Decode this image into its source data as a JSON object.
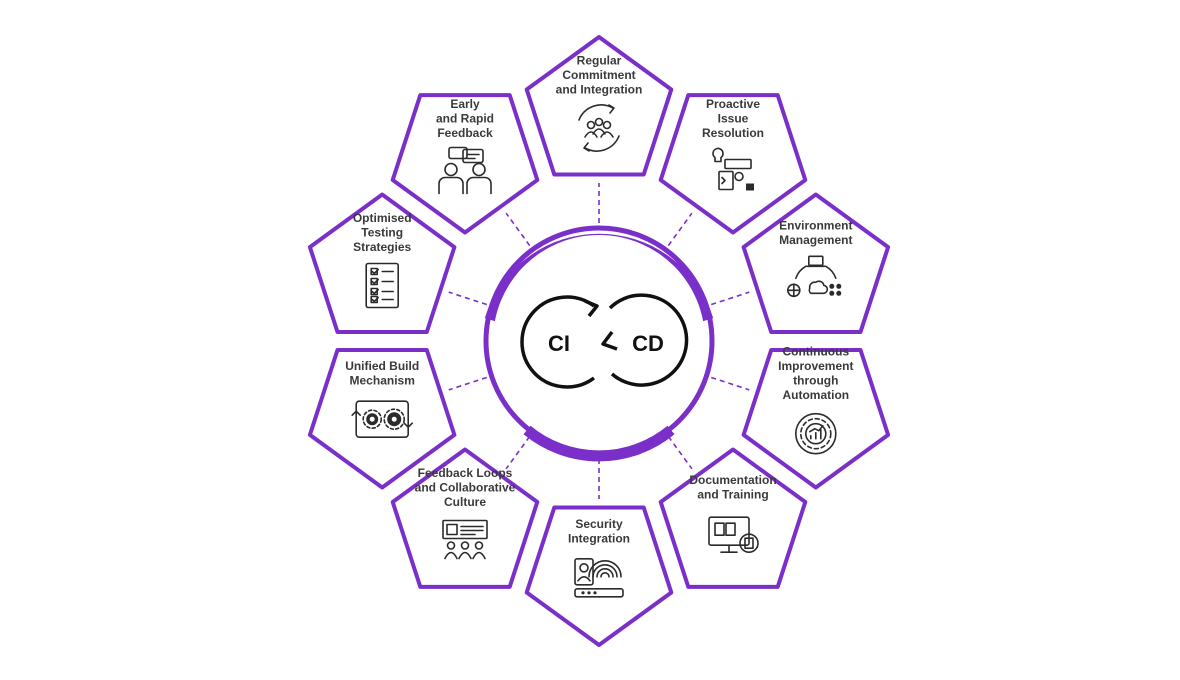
{
  "hub": {
    "left_label": "CI",
    "right_label": "CD"
  },
  "accent_color": "#7a2fc8",
  "items": [
    {
      "id": "regular-commitment",
      "lines": [
        "Regular",
        "Commitment",
        "and Integration"
      ],
      "icon": "team-cycle-icon"
    },
    {
      "id": "proactive-issue",
      "lines": [
        "Proactive",
        "Issue",
        "Resolution"
      ],
      "icon": "code-debug-icon"
    },
    {
      "id": "environment-management",
      "lines": [
        "Environment",
        "Management"
      ],
      "icon": "cloud-network-icon"
    },
    {
      "id": "continuous-improvement",
      "lines": [
        "Continuous",
        "Improvement",
        "through",
        "Automation"
      ],
      "icon": "gear-chart-icon"
    },
    {
      "id": "documentation-training",
      "lines": [
        "Documentation",
        "and Training"
      ],
      "icon": "monitor-docs-icon"
    },
    {
      "id": "security-integration",
      "lines": [
        "Security",
        "Integration"
      ],
      "icon": "fingerprint-id-icon"
    },
    {
      "id": "feedback-loops",
      "lines": [
        "Feedback Loops",
        "and Collaborative",
        "Culture"
      ],
      "icon": "presentation-audience-icon"
    },
    {
      "id": "unified-build",
      "lines": [
        "Unified Build",
        "Mechanism"
      ],
      "icon": "gears-cycle-icon"
    },
    {
      "id": "optimised-testing",
      "lines": [
        "Optimised",
        "Testing",
        "Strategies"
      ],
      "icon": "checklist-icon"
    },
    {
      "id": "early-feedback",
      "lines": [
        "Early",
        "and Rapid",
        "Feedback"
      ],
      "icon": "conversation-icon"
    }
  ]
}
